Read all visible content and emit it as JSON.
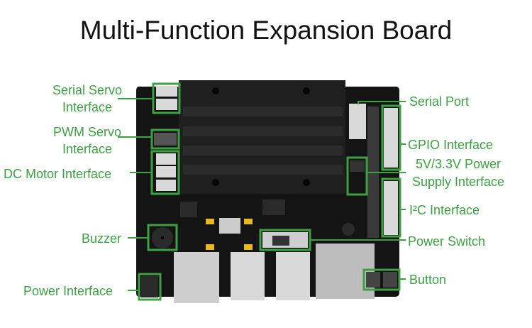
{
  "title": "Multi-Function Expansion Board",
  "accent": "#3da144",
  "labels": {
    "serial_servo_1": "Serial Servo",
    "serial_servo_2": "Interface",
    "pwm_servo_1": "PWM Servo",
    "pwm_servo_2": "Interface",
    "dc_motor": "DC Motor Interface",
    "buzzer": "Buzzer",
    "power_interface": "Power Interface",
    "serial_port": "Serial Port",
    "gpio": "GPIO Interface",
    "power_supply_1": "5V/3.3V Power",
    "power_supply_2": "Supply Interface",
    "i2c": "I²C Interface",
    "power_switch": "Power Switch",
    "button": "Button"
  }
}
